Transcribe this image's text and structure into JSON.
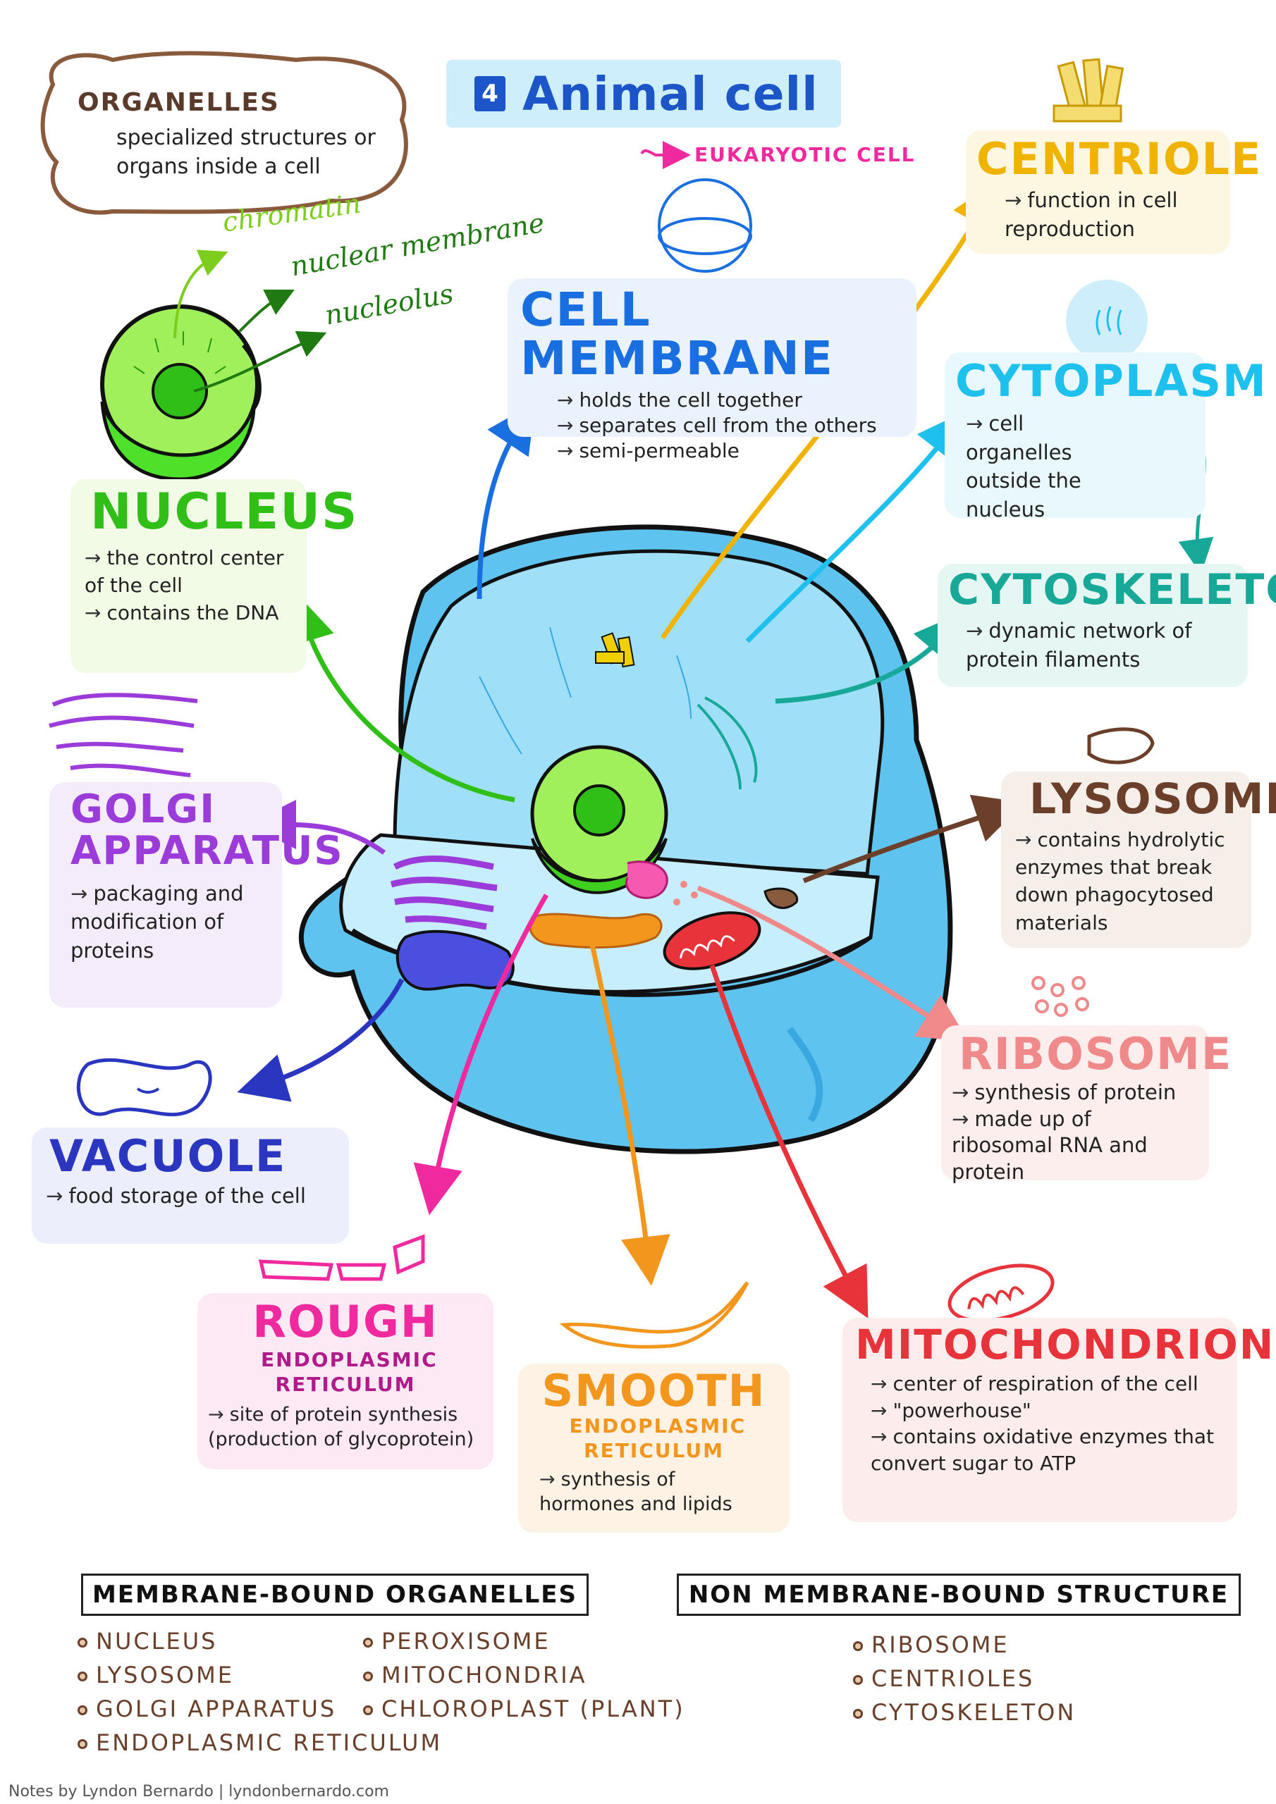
{
  "title": {
    "number": "4",
    "text": "Animal cell"
  },
  "eukaryotic_label": "EUKARYOTIC CELL",
  "organelles_note": {
    "heading": "ORGANELLES",
    "text": "specialized structures or organs inside a cell"
  },
  "nucleus_parts": [
    "chromatin",
    "nuclear membrane",
    "nucleolus"
  ],
  "organelles": {
    "nucleus": {
      "name": "NUCLEUS",
      "desc": [
        "the control center of the cell",
        "contains the DNA"
      ]
    },
    "cell_membrane": {
      "name": "CELL MEMBRANE",
      "desc": [
        "holds the cell together",
        "separates cell from the others",
        "semi-permeable"
      ]
    },
    "centriole": {
      "name": "CENTRIOLE",
      "desc": [
        "function in cell reproduction"
      ]
    },
    "cytoplasm": {
      "name": "CYTOPLASM",
      "desc": [
        "cell organelles outside the nucleus"
      ]
    },
    "cytoskeleton": {
      "name": "CYTOSKELETON",
      "desc": [
        "dynamic network of protein filaments"
      ]
    },
    "golgi": {
      "name": "GOLGI APPARATUS",
      "desc": [
        "packaging and modification of proteins"
      ]
    },
    "lysosome": {
      "name": "LYSOSOME",
      "desc": [
        "contains hydrolytic enzymes that break down phagocytosed materials"
      ]
    },
    "ribosome": {
      "name": "RIBOSOME",
      "desc": [
        "synthesis of protein",
        "made up of ribosomal RNA and protein"
      ]
    },
    "vacuole": {
      "name": "VACUOLE",
      "desc": [
        "food storage of the cell"
      ]
    },
    "rough_er": {
      "name": "ROUGH",
      "sub": "ENDOPLASMIC RETICULUM",
      "desc": [
        "site of protein synthesis (production of glycoprotein)"
      ]
    },
    "smooth_er": {
      "name": "SMOOTH",
      "sub": "ENDOPLASMIC RETICULUM",
      "desc": [
        "synthesis of hormones and lipids"
      ]
    },
    "mitochondrion": {
      "name": "MITOCHONDRION",
      "desc": [
        "center of respiration of the cell",
        "\"powerhouse\"",
        "contains oxidative enzymes that convert sugar to ATP"
      ]
    }
  },
  "membrane_bound": {
    "heading": "MEMBRANE-BOUND ORGANELLES",
    "col1": [
      "NUCLEUS",
      "LYSOSOME",
      "GOLGI APPARATUS",
      "ENDOPLASMIC RETICULUM"
    ],
    "col2": [
      "PEROXISOME",
      "MITOCHONDRIA",
      "CHLOROPLAST (PLANT)"
    ]
  },
  "non_membrane_bound": {
    "heading": "NON MEMBRANE-BOUND STRUCTURE",
    "items": [
      "RIBOSOME",
      "CENTRIOLES",
      "CYTOSKELETON"
    ]
  },
  "footer": "Notes by Lyndon Bernardo | lyndonbernardo.com",
  "colors": {
    "nucleus": "#2fbf17",
    "cell_membrane": "#1a6fe0",
    "centriole": "#f0b400",
    "cytoplasm": "#1ec0ee",
    "cytoskeleton": "#17a898",
    "golgi": "#9b3bd9",
    "lysosome": "#6b3f2a",
    "ribosome": "#f08a8a",
    "vacuole": "#2a35c0",
    "rough_er": "#f02a9e",
    "smooth_er": "#f2961e",
    "mitochondrion": "#e8333a"
  }
}
